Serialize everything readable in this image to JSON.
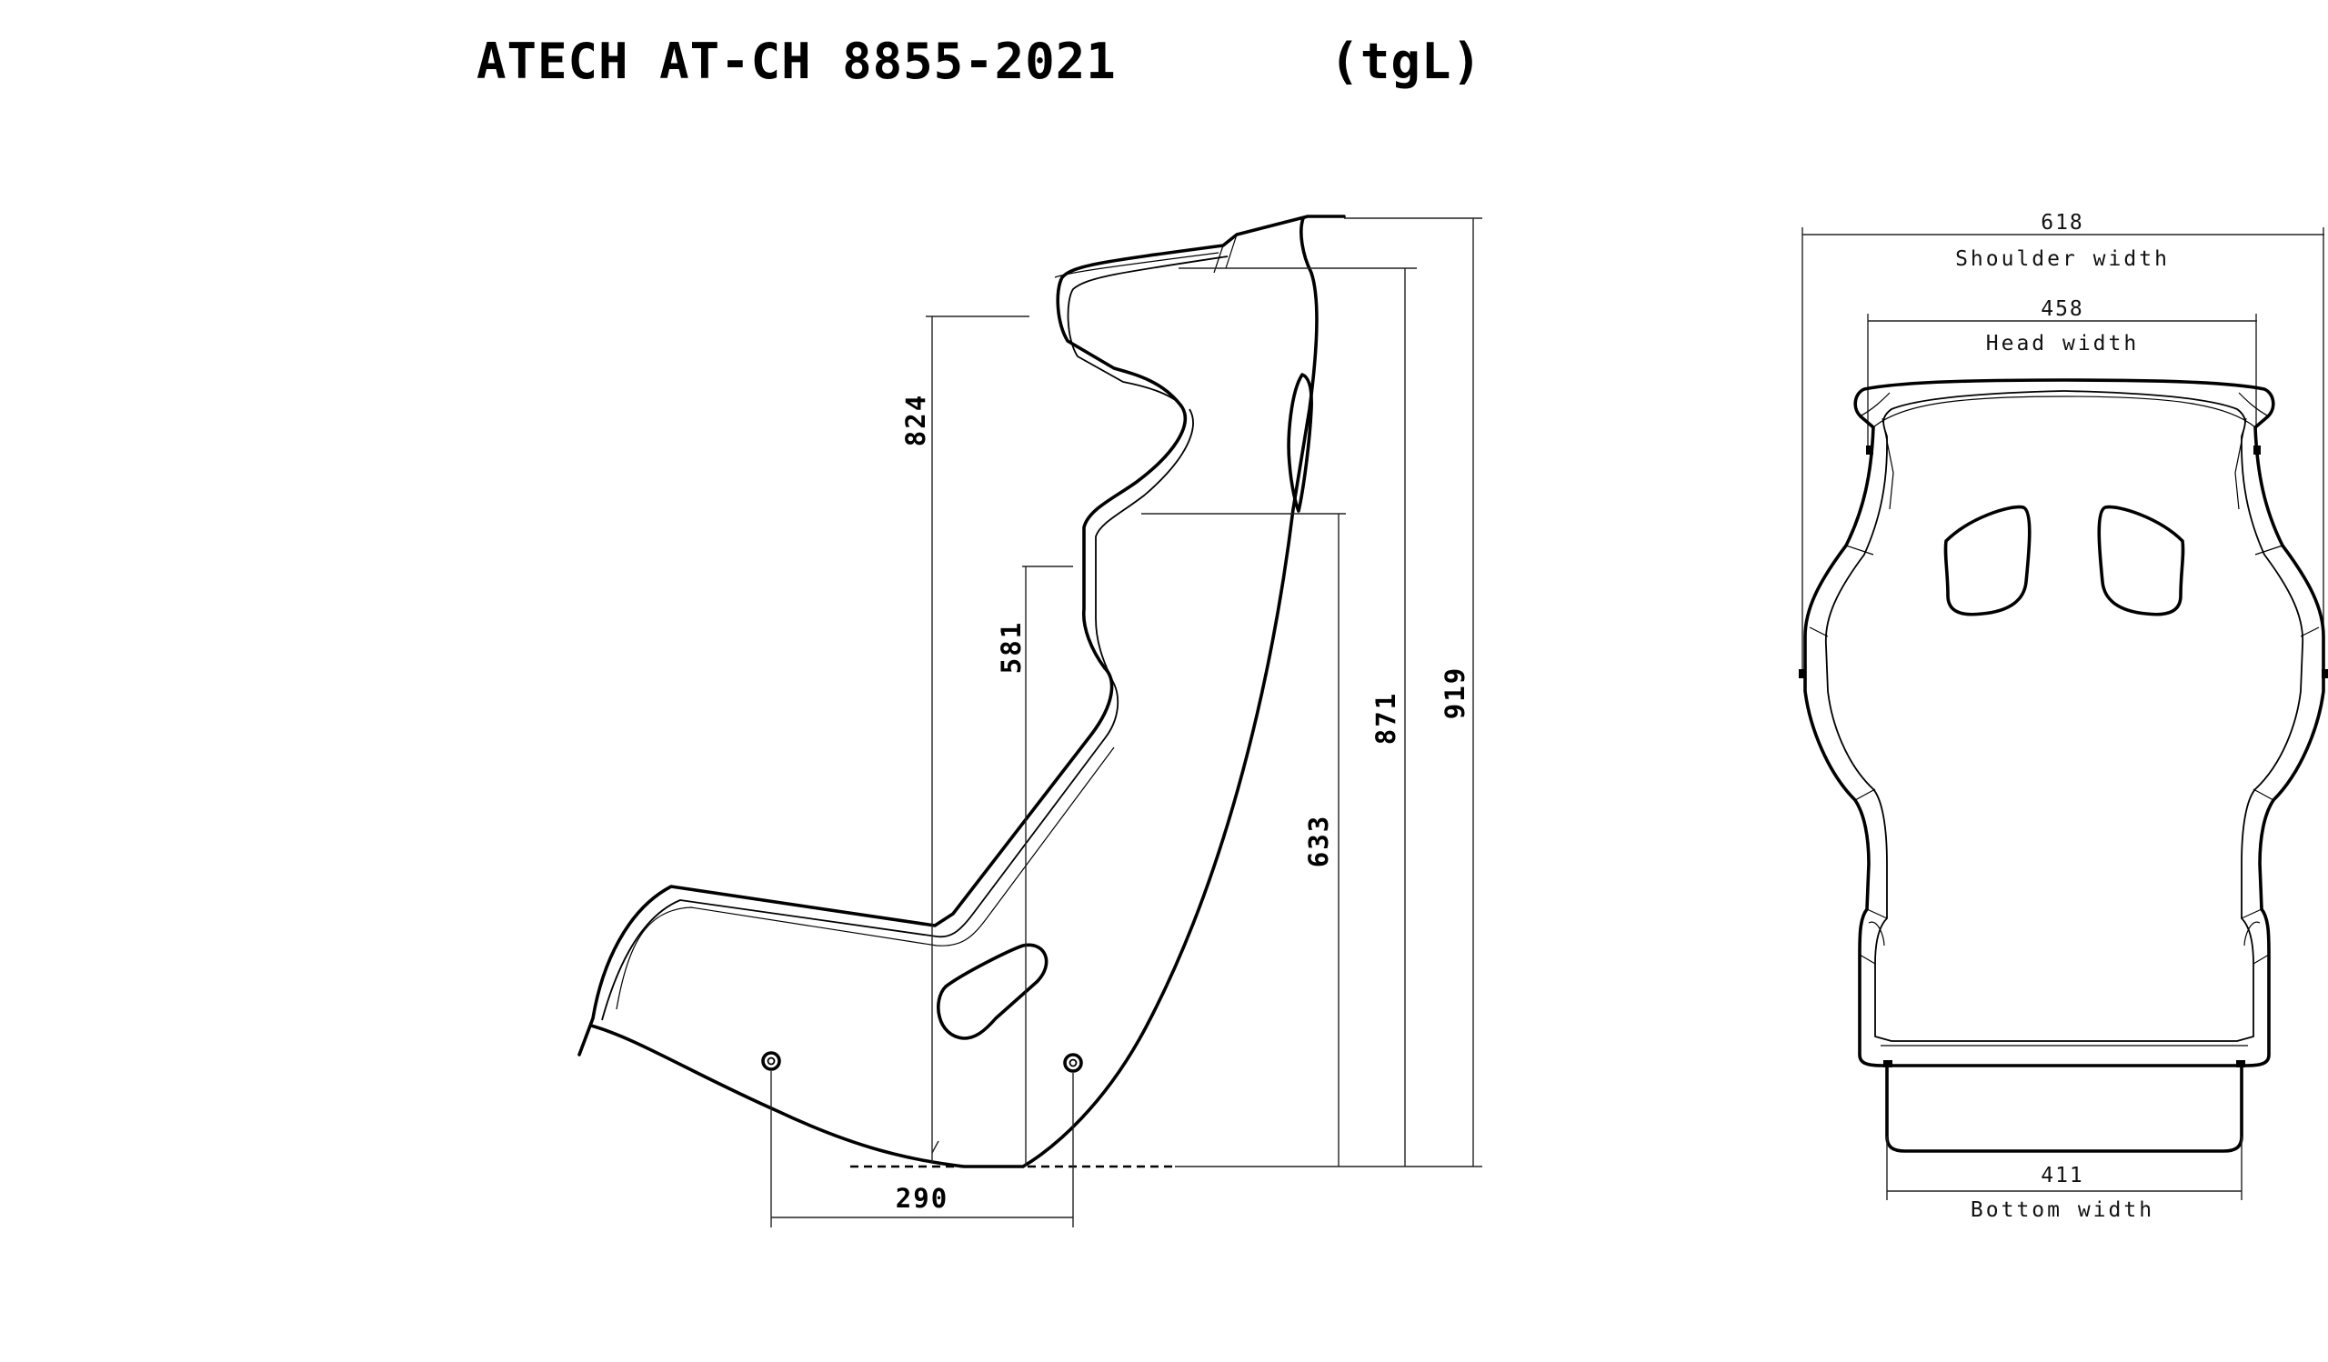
{
  "title": {
    "model": "ATECH AT-CH 8855-2021",
    "variant": "(tgL)"
  },
  "side_view": {
    "dim_824": "824",
    "dim_581": "581",
    "dim_633": "633",
    "dim_871": "871",
    "dim_919": "919",
    "dim_290": "290"
  },
  "front_view": {
    "shoulder_value": "618",
    "shoulder_label": "Shoulder width",
    "head_value": "458",
    "head_label": "Head width",
    "bottom_value": "411",
    "bottom_label": "Bottom width"
  },
  "colors": {
    "ink": "#000000",
    "background": "#ffffff"
  }
}
